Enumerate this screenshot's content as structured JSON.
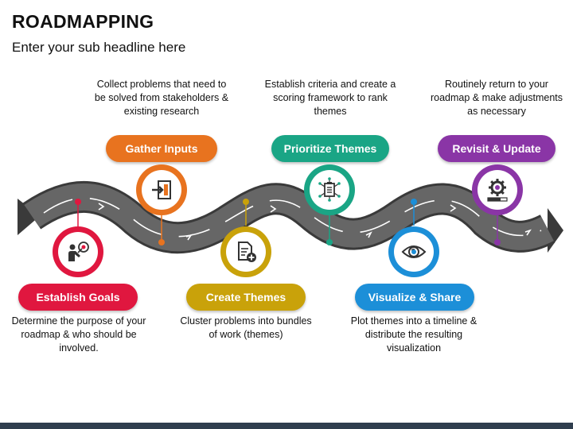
{
  "header": {
    "title": "ROADMAPPING",
    "subtitle": "Enter your sub headline here"
  },
  "steps": [
    {
      "label": "Establish Goals",
      "description": "Determine the purpose of your roadmap & who should be involved.",
      "color": "#e0173f",
      "icon": "person-target-icon"
    },
    {
      "label": "Gather Inputs",
      "description": "Collect problems that need to be solved from stakeholders & existing research",
      "color": "#e8731f",
      "icon": "input-door-icon"
    },
    {
      "label": "Create Themes",
      "description": "Cluster problems into bundles of work (themes)",
      "color": "#c9a20a",
      "icon": "document-add-icon"
    },
    {
      "label": "Prioritize Themes",
      "description": "Establish criteria and create a scoring framework to rank themes",
      "color": "#1aa585",
      "icon": "checklist-network-icon"
    },
    {
      "label": "Visualize & Share",
      "description": "Plot themes into a timeline & distribute the resulting visualization",
      "color": "#1c8fd8",
      "icon": "eye-icon"
    },
    {
      "label": "Revisit & Update",
      "description": "Routinely return to your roadmap & make adjustments as necessary",
      "color": "#8a35a6",
      "icon": "gear-progress-icon"
    }
  ]
}
